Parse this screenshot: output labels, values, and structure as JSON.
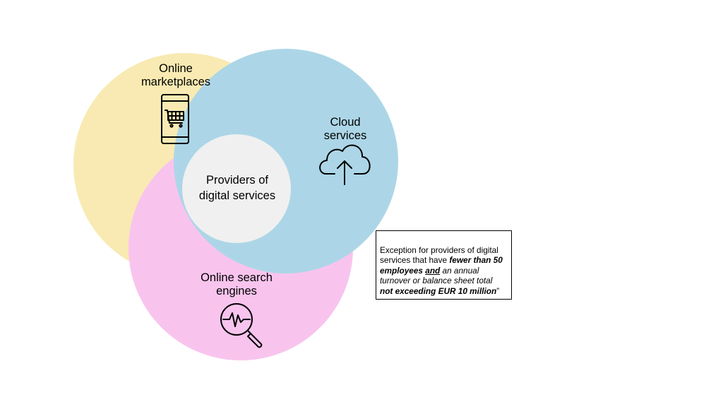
{
  "colors": {
    "marketplaces_circle": "#f8eab2",
    "cloud_circle": "#acd6e7",
    "search_circle": "#f8c4ee",
    "center_circle": "#f0f0f0",
    "icon_stroke": "#000000"
  },
  "icons": [
    "shopping-cart-phone-icon",
    "cloud-upload-icon",
    "search-analytics-icon"
  ],
  "circles": {
    "marketplaces": {
      "line1": "Online",
      "line2": "marketplaces",
      "icon": "shopping-cart-phone-icon"
    },
    "cloud": {
      "line1": "Cloud",
      "line2": "services",
      "icon": "cloud-upload-icon"
    },
    "search": {
      "line1": "Online search",
      "line2": "engines",
      "icon": "search-analytics-icon"
    },
    "center": {
      "line1": "Providers of",
      "line2": "digital services"
    }
  },
  "note": {
    "t1": "Exception for providers of digital services that have ",
    "t2": "fewer than 50 employees",
    "t3": " ",
    "t4": "and",
    "t5": " an annual turnover or balance sheet total ",
    "t6": "not exceeding EUR 10 million",
    "t7": "”"
  }
}
